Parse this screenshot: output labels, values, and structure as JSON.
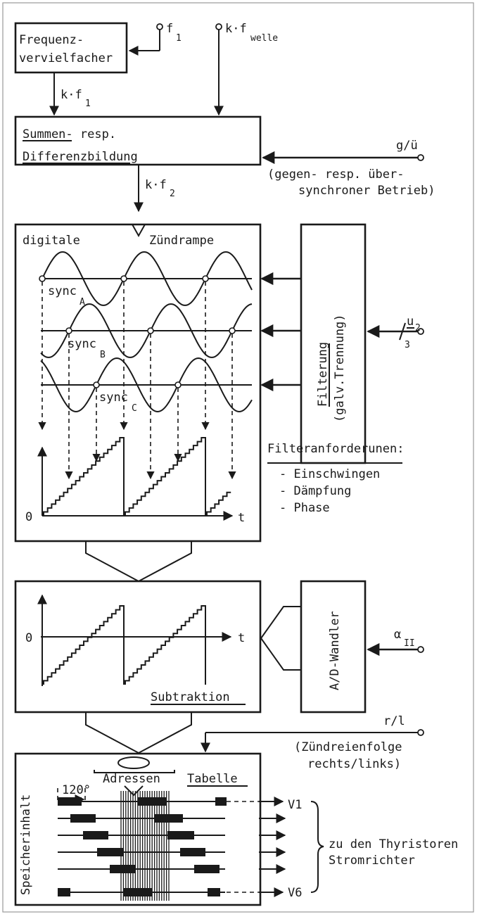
{
  "colors": {
    "ink": "#1a1a1a",
    "paper": "#ffffff"
  },
  "inputs": {
    "f1": "f",
    "f1_sub": "1",
    "fwelle": "k·f",
    "fwelle_sub": "welle",
    "kf1": "k·f",
    "kf1_sub": "1",
    "kf2": "k·f",
    "kf2_sub": "2",
    "gue": "g/ü",
    "gue_note1": "(gegen- resp. über-",
    "gue_note2": "synchroner Betrieb)",
    "u2": "u",
    "u2_sub": "2",
    "phases": "3",
    "alpha": "α",
    "alpha_sub": "II",
    "rl": "r/l",
    "rl_note1": "(Zündreienfolge",
    "rl_note2": "rechts/links)"
  },
  "blocks": {
    "freq_line1": "Frequenz-",
    "freq_line2": "vervielfacher",
    "sum_word": "Summen-",
    "sum_rest": " resp.",
    "diff_word": "Differenzbildung",
    "ramp_left": "digitale",
    "ramp_right": "Zündrampe",
    "filter_word": "Filterung",
    "filter_note": "(galv.Trennung)",
    "subtraktion": "Subtraktion",
    "adwandler": "A/D-Wandler",
    "adressen": "Adressen",
    "tabelle": "Tabelle",
    "speicher": "Speicherinhalt",
    "angle": "120°"
  },
  "sync": [
    {
      "label": "sync",
      "sub": "A"
    },
    {
      "label": "sync",
      "sub": "B"
    },
    {
      "label": "sync",
      "sub": "C"
    }
  ],
  "axes": {
    "zero": "0",
    "time": "t"
  },
  "requirements": {
    "title": "Filteranforderunen:",
    "items": [
      "- Einschwingen",
      "- Dämpfung",
      "- Phase"
    ]
  },
  "outputs": {
    "v1": "V1",
    "v6": "V6",
    "note1": "zu den Thyristoren",
    "note2": "Stromrichter"
  }
}
